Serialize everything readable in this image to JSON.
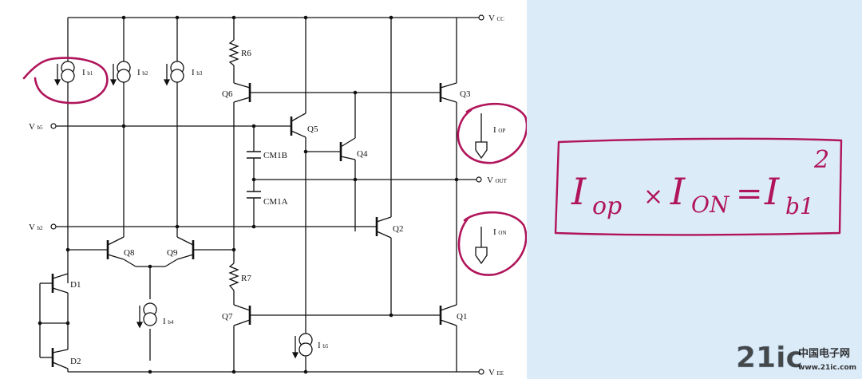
{
  "rails": {
    "vcc": {
      "main": "V",
      "sub": "CC"
    },
    "vee": {
      "main": "V",
      "sub": "EE"
    },
    "vout": {
      "main": "V",
      "sub": "OUT"
    }
  },
  "inputs": {
    "vb5": {
      "main": "V",
      "sub": "b5"
    },
    "vb2": {
      "main": "V",
      "sub": "b2"
    }
  },
  "sources": {
    "ib1": {
      "main": "I",
      "sub": "b1"
    },
    "ib2": {
      "main": "I",
      "sub": "b2"
    },
    "ib3": {
      "main": "I",
      "sub": "b3"
    },
    "ib4": {
      "main": "I",
      "sub": "b4"
    },
    "ib5": {
      "main": "I",
      "sub": "b5"
    }
  },
  "currents": {
    "iop": {
      "main": "I",
      "sub": "OP"
    },
    "ion": {
      "main": "I",
      "sub": "ON"
    }
  },
  "components": {
    "r6": "R6",
    "r7": "R7",
    "q1": "Q1",
    "q2": "Q2",
    "q3": "Q3",
    "q4": "Q4",
    "q5": "Q5",
    "q6": "Q6",
    "q7": "Q7",
    "q8": "Q8",
    "q9": "Q9",
    "d1": "D1",
    "d2": "D2",
    "cm1a": "CM1A",
    "cm1b": "CM1B"
  },
  "equation": {
    "term1": "I",
    "term1_sub": "op",
    "times": "×",
    "term2": "I",
    "term2_sub": "ON",
    "equals": "=",
    "term3": "I",
    "term3_sub": "b1",
    "exponent": "2"
  },
  "watermark": {
    "brand": "21ic",
    "cn": "中国电子网",
    "url": "www.21ic.com"
  },
  "colors": {
    "ink": "#111111",
    "annotation": "#b0145a",
    "note_bg": "#dcebf8"
  }
}
